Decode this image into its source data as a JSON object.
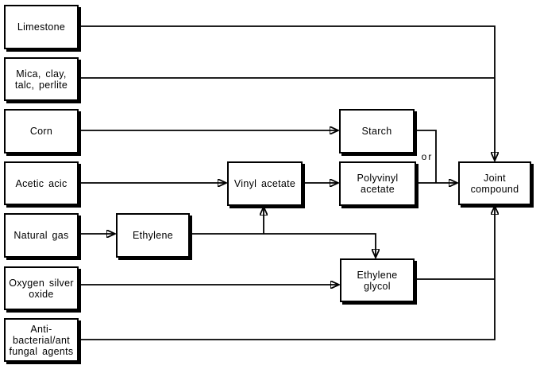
{
  "diagram": {
    "description": "Flowchart of raw materials combining into joint compound",
    "colors": {
      "background": "#ffffff",
      "line": "#000000",
      "node_fill": "#ffffff",
      "node_border": "#000000",
      "node_shadow": "#000000"
    },
    "or_label": "or",
    "nodes": {
      "limestone": {
        "label": "Limestone"
      },
      "mica_clay_talc_perlite": {
        "label": "Mica, clay,\ntalc, perlite"
      },
      "corn": {
        "label": "Corn"
      },
      "acetic_acid": {
        "label": "Acetic acic"
      },
      "natural_gas": {
        "label": "Natural gas"
      },
      "oxygen_silver_oxide": {
        "label": "Oxygen silver\noxide"
      },
      "antibacterial_antifungal": {
        "label": "Anti-\nbacterial/ant\nfungal agents"
      },
      "ethylene": {
        "label": "Ethylene"
      },
      "vinyl_acetate": {
        "label": "Vinyl acetate"
      },
      "starch": {
        "label": "Starch"
      },
      "polyvinyl_acetate": {
        "label": "Polyvinyl\nacetate"
      },
      "ethylene_glycol": {
        "label": "Ethylene\nglycol"
      },
      "joint_compound": {
        "label": "Joint\ncompound"
      }
    },
    "connections": [
      {
        "from": "Limestone",
        "to": "Joint compound"
      },
      {
        "from": "Mica, clay, talc, perlite",
        "to": "Joint compound"
      },
      {
        "from": "Corn",
        "to": "Starch"
      },
      {
        "from": "Acetic acic",
        "to": "Vinyl acetate"
      },
      {
        "from": "Vinyl acetate",
        "to": "Polyvinyl acetate"
      },
      {
        "from": "Natural gas",
        "to": "Ethylene"
      },
      {
        "from": "Ethylene",
        "to": "Vinyl acetate"
      },
      {
        "from": "Ethylene",
        "to": "Ethylene glycol"
      },
      {
        "from": "Oxygen silver oxide",
        "to": "Ethylene glycol"
      },
      {
        "from": "Starch",
        "to": "Joint compound",
        "label": "or"
      },
      {
        "from": "Polyvinyl acetate",
        "to": "Joint compound",
        "label": "or"
      },
      {
        "from": "Ethylene glycol",
        "to": "Joint compound"
      },
      {
        "from": "Anti-bacterial/ant fungal agents",
        "to": "Joint compound"
      }
    ]
  }
}
